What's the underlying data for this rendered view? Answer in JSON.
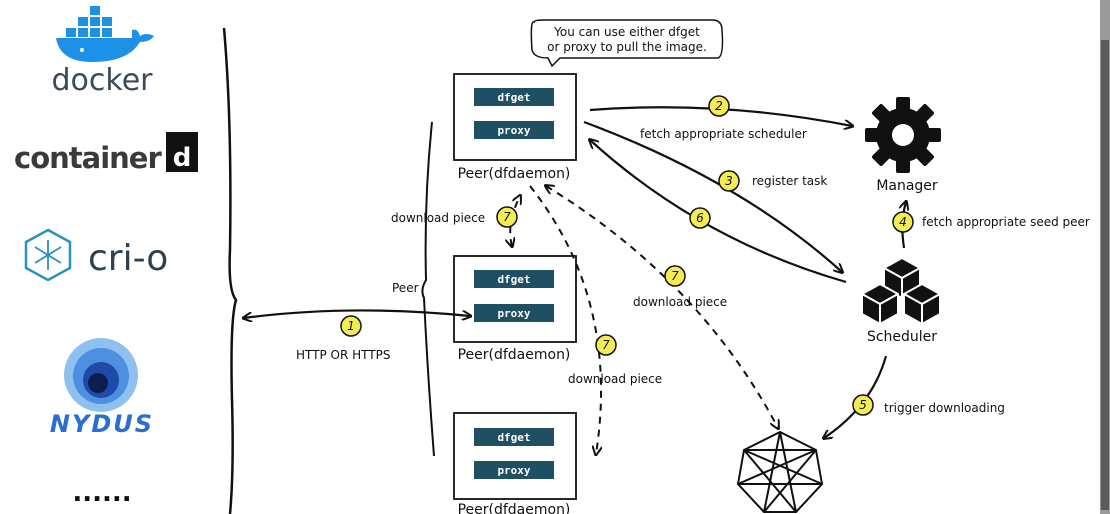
{
  "logos": {
    "docker": "docker",
    "containerd": "container",
    "containerd_badge": "d",
    "crio": "cri-o",
    "nydus": "NYDUS",
    "more": "......"
  },
  "callout": {
    "line1": "You can use either dfget",
    "line2": "or proxy to pull the image."
  },
  "peers": [
    {
      "name": "Peer(dfdaemon)",
      "btn1": "dfget",
      "btn2": "proxy"
    },
    {
      "name": "Peer(dfdaemon)",
      "btn1": "dfget",
      "btn2": "proxy"
    },
    {
      "name": "Peer(dfdaemon)",
      "btn1": "dfget",
      "btn2": "proxy"
    }
  ],
  "peer_group_label": "Peer",
  "manager": {
    "label": "Manager"
  },
  "scheduler": {
    "label": "Scheduler"
  },
  "steps": {
    "s1": {
      "num": "1",
      "label": "HTTP OR HTTPS"
    },
    "s2": {
      "num": "2",
      "label": "fetch appropriate scheduler"
    },
    "s3": {
      "num": "3",
      "label": "register task"
    },
    "s4": {
      "num": "4",
      "label": "fetch appropriate seed peer"
    },
    "s5": {
      "num": "5",
      "label": "trigger downloading"
    },
    "s6": {
      "num": "6"
    },
    "s7a": {
      "num": "7",
      "label": "download piece"
    },
    "s7b": {
      "num": "7",
      "label": "download piece"
    },
    "s7c": {
      "num": "7",
      "label": "download piece"
    }
  },
  "colors": {
    "badge": "#f4ec55",
    "button": "#1f4f63",
    "docker_blue": "#1d91e6",
    "nydus_blue": "#2a6ed4"
  }
}
